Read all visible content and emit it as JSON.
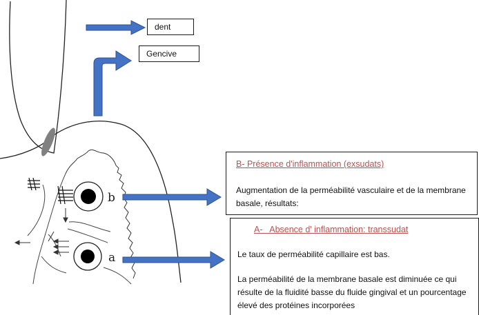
{
  "labels": {
    "dent": "dent",
    "gencive": "Gencive",
    "cell_b": "b",
    "cell_a": "a"
  },
  "box_b": {
    "title": "B- Présence d'inflammation (exsudats)",
    "body": "Augmentation de la perméabilité vasculaire et de la membrane basale, résultats:"
  },
  "box_a": {
    "title": "A-   Absence d' inflammation: transsudat",
    "line1": "Le taux de  perméabilité capillaire est bas.",
    "line2": "La perméabilité de la membrane basale est diminuée ce qui  résulte de la fluidité basse du fluide gingival et un pourcentage élevé des protéines incorporées"
  },
  "colors": {
    "arrow_fill": "#4472c4",
    "arrow_stroke": "#2f528f",
    "title_red": "#c0504d"
  }
}
